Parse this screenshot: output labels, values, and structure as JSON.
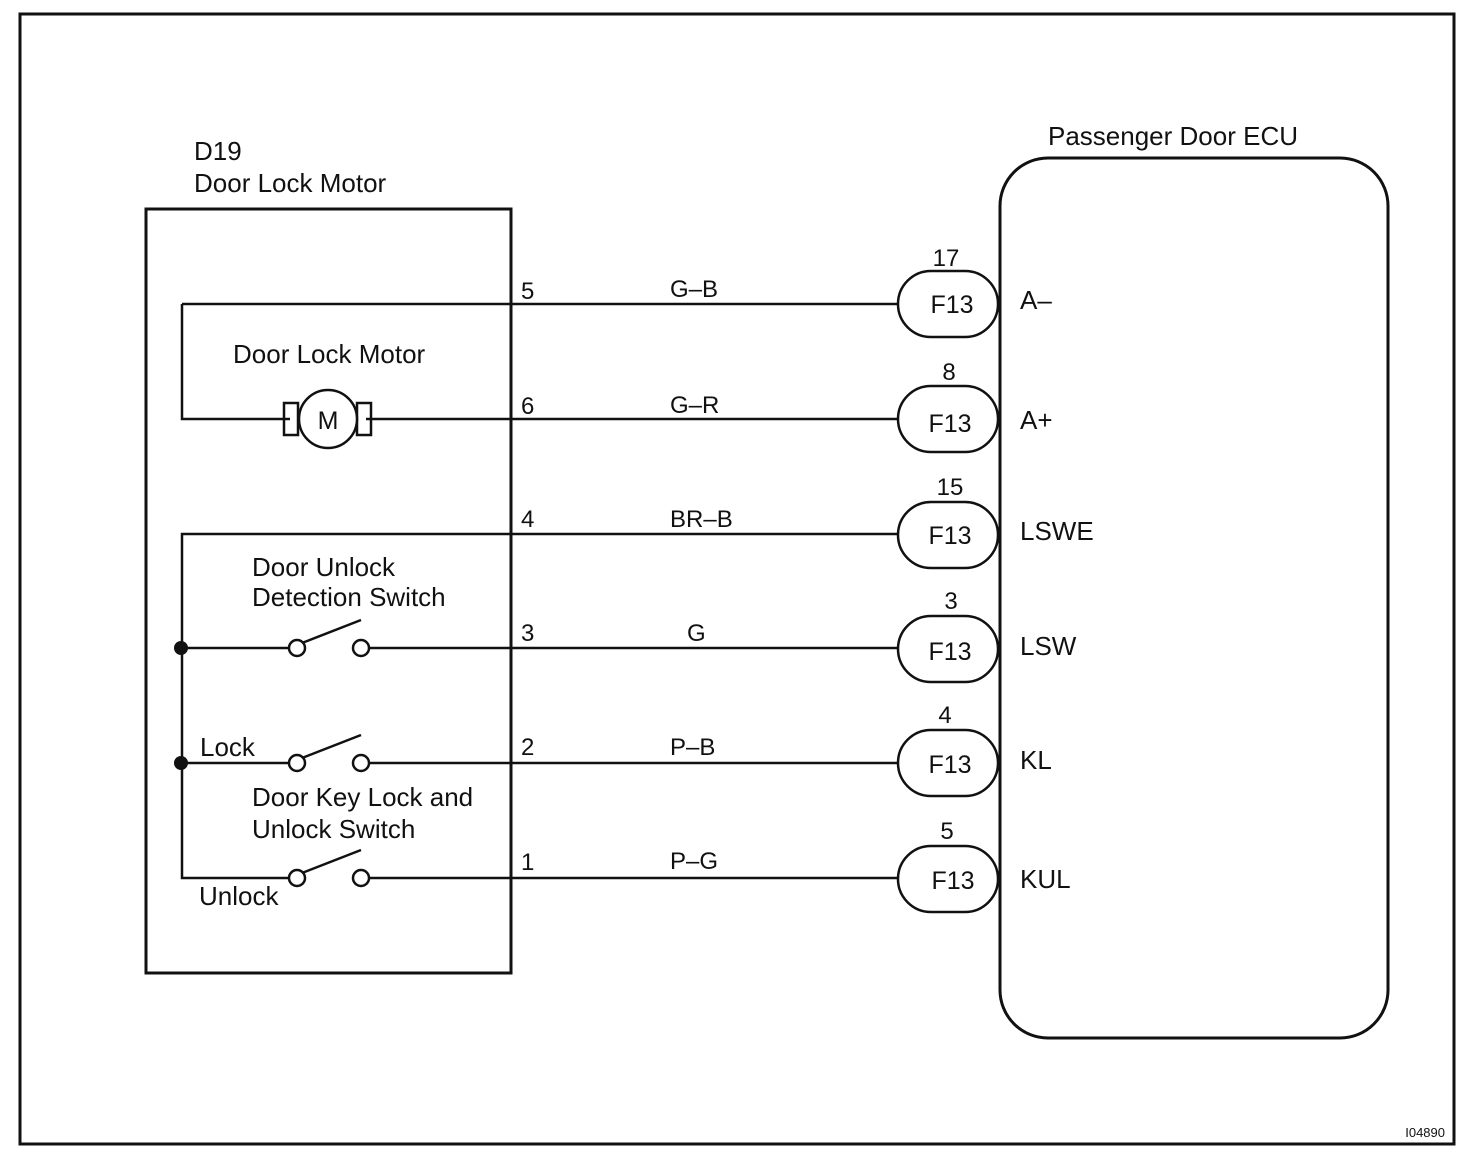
{
  "diagram_id": "I04890",
  "component": {
    "code": "D19",
    "name": "Door Lock Motor",
    "motor_label": "Door Lock Motor",
    "motor_symbol": "M",
    "unlock_switch_line1": "Door Unlock",
    "unlock_switch_line2": "Detection Switch",
    "key_switch_line1": "Door Key Lock and",
    "key_switch_line2": "Unlock Switch",
    "lock_label": "Lock",
    "unlock_label": "Unlock"
  },
  "ecu": {
    "name": "Passenger Door ECU"
  },
  "wires": [
    {
      "pin": "5",
      "color": "G–B",
      "connector": "F13",
      "ecu_pin": "17",
      "signal": "A–"
    },
    {
      "pin": "6",
      "color": "G–R",
      "connector": "F13",
      "ecu_pin": "8",
      "signal": "A+"
    },
    {
      "pin": "4",
      "color": "BR–B",
      "connector": "F13",
      "ecu_pin": "15",
      "signal": "LSWE"
    },
    {
      "pin": "3",
      "color": "G",
      "connector": "F13",
      "ecu_pin": "3",
      "signal": "LSW"
    },
    {
      "pin": "2",
      "color": "P–B",
      "connector": "F13",
      "ecu_pin": "4",
      "signal": "KL"
    },
    {
      "pin": "1",
      "color": "P–G",
      "connector": "F13",
      "ecu_pin": "5",
      "signal": "KUL"
    }
  ]
}
